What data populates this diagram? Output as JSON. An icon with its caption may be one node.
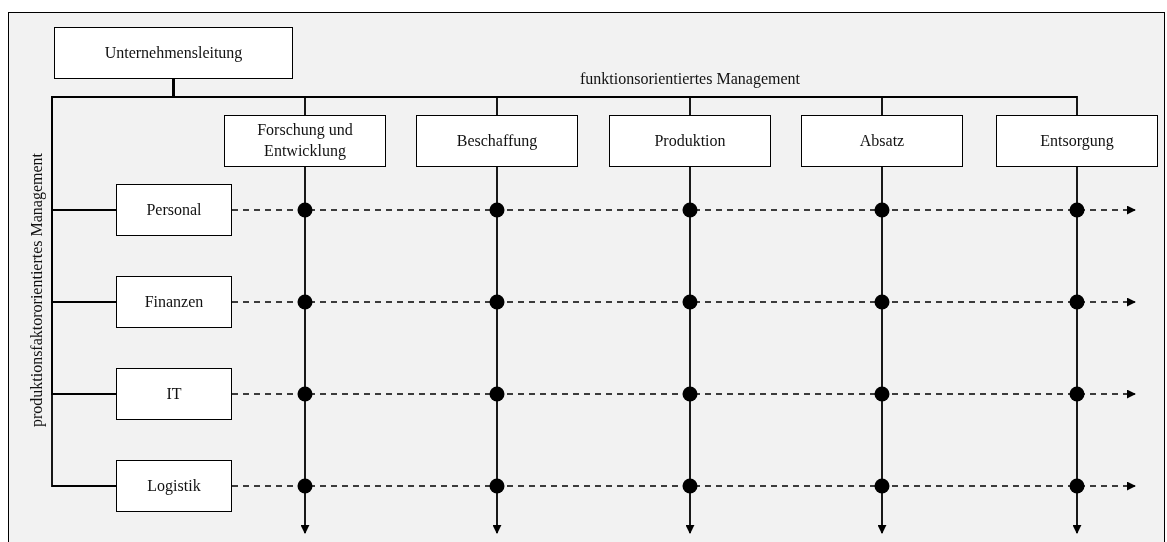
{
  "diagram": {
    "nodes": [
      {
        "text": [
          "Unternehmensleitung"
        ]
      },
      {
        "text": [
          "Forschung und Entwicklung"
        ]
      },
      {
        "text": [
          "Beschaffung"
        ]
      },
      {
        "text": [
          "Produktion"
        ]
      },
      {
        "text": [
          "Absatz"
        ]
      },
      {
        "text": [
          "Entsorgung"
        ]
      },
      {
        "text": [
          "Personal"
        ]
      },
      {
        "text": [
          "Finanzen"
        ]
      },
      {
        "text": [
          "IT"
        ]
      },
      {
        "text": [
          "Logistik"
        ]
      }
    ],
    "edges": [
      {
        "from": 0,
        "to": 1,
        "arrow": "none"
      },
      {
        "from": 0,
        "to": 2,
        "arrow": "none"
      },
      {
        "from": 0,
        "to": 3,
        "arrow": "none"
      },
      {
        "from": 0,
        "to": 4,
        "arrow": "none"
      },
      {
        "from": 0,
        "to": 5,
        "arrow": "none"
      },
      {
        "from": 0,
        "to": 6,
        "arrow": "none"
      },
      {
        "from": 0,
        "to": 7,
        "arrow": "none"
      },
      {
        "from": 0,
        "to": 8,
        "arrow": "none"
      },
      {
        "from": 0,
        "to": 9,
        "arrow": "none"
      },
      {
        "from": 1,
        "to": null,
        "arrow": "to"
      },
      {
        "from": 2,
        "to": null,
        "arrow": "to"
      },
      {
        "from": 3,
        "to": null,
        "arrow": "to"
      },
      {
        "from": 4,
        "to": null,
        "arrow": "to"
      },
      {
        "from": 5,
        "to": null,
        "arrow": "to"
      },
      {
        "from": 6,
        "to": null,
        "arrow": "to",
        "style": "dashed"
      },
      {
        "from": 7,
        "to": null,
        "arrow": "to",
        "style": "dashed"
      },
      {
        "from": 8,
        "to": null,
        "arrow": "to",
        "style": "dashed"
      },
      {
        "from": 9,
        "to": null,
        "arrow": "to",
        "style": "dashed"
      }
    ],
    "labels": [
      "funktionsorientiertes Management",
      "produktionsfaktororientiertes Management"
    ]
  }
}
